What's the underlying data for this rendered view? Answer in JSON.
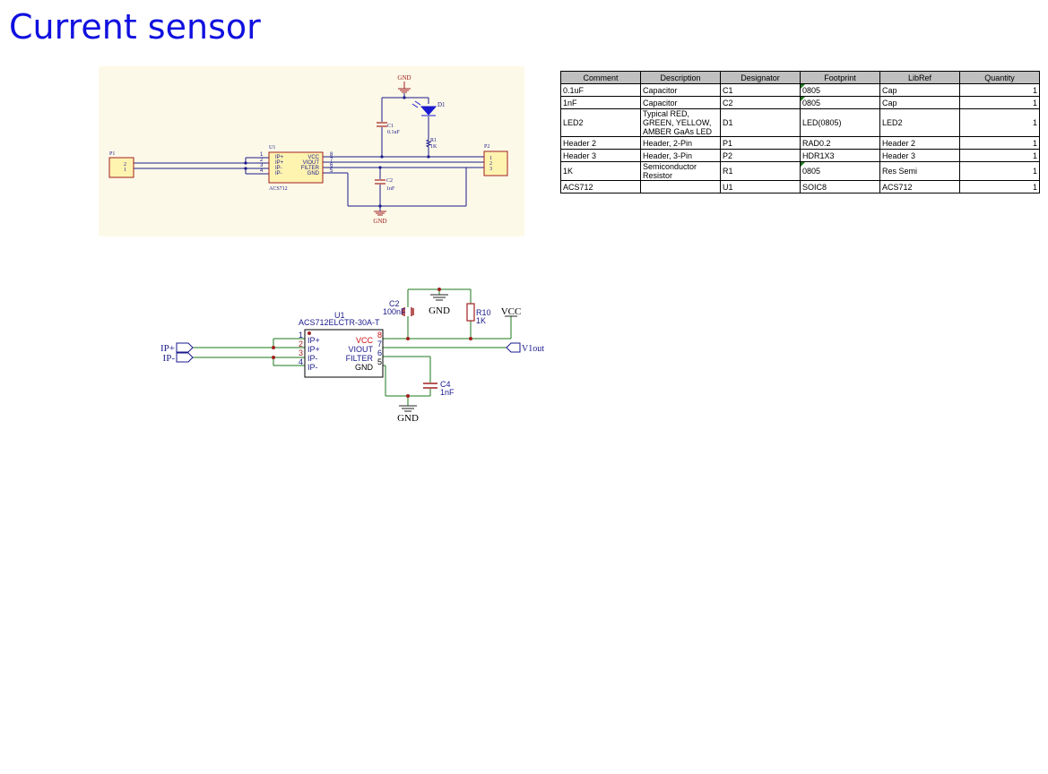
{
  "title": "Current sensor",
  "schematic_top": {
    "gnd_top": "GND",
    "gnd_bottom": "GND",
    "d1": "D1",
    "c1_ref": "C1",
    "c1_val": "0.1uF",
    "r1_ref": "R1",
    "r1_val": "1K",
    "c2_ref": "C2",
    "c2_val": "1nF",
    "u1_ref": "U1",
    "u1_part": "ACS712",
    "p1": "P1",
    "p2": "P2",
    "p1_pins": [
      "2",
      "1"
    ],
    "p2_pins": [
      "1",
      "2",
      "3"
    ],
    "u1_left_pins": [
      "1",
      "2",
      "3",
      "4"
    ],
    "u1_left_names": [
      "IP+",
      "IP+",
      "IP-",
      "IP-"
    ],
    "u1_right_names": [
      "VCC",
      "VIOUT",
      "FILTER",
      "GND"
    ],
    "u1_right_pins": [
      "8",
      "7",
      "6",
      "5"
    ]
  },
  "bom": {
    "headers": [
      "Comment",
      "Description",
      "Designator",
      "Footprint",
      "LibRef",
      "Quantity"
    ],
    "rows": [
      [
        "0.1uF",
        "Capacitor",
        "C1",
        "0805",
        "Cap",
        "1"
      ],
      [
        "1nF",
        "Capacitor",
        "C2",
        "0805",
        "Cap",
        "1"
      ],
      [
        "LED2",
        "Typical RED, GREEN, YELLOW, AMBER GaAs LED",
        "D1",
        "LED(0805)",
        "LED2",
        "1"
      ],
      [
        "Header 2",
        "Header, 2-Pin",
        "P1",
        "RAD0.2",
        "Header 2",
        "1"
      ],
      [
        "Header 3",
        "Header, 3-Pin",
        "P2",
        "HDR1X3",
        "Header 3",
        "1"
      ],
      [
        "1K",
        "Semiconductor Resistor",
        "R1",
        "0805",
        "Res Semi",
        "1"
      ],
      [
        "ACS712",
        "",
        "U1",
        "SOIC8",
        "ACS712",
        "1"
      ]
    ]
  },
  "schematic_bottom": {
    "c2_ref": "C2",
    "c2_val": "100nF",
    "gnd_top": "GND",
    "r10_ref": "R10",
    "r10_val": "1K",
    "vcc": "VCC",
    "u1_ref": "U1",
    "u1_part": "ACS712ELCTR-30A-T",
    "ip_plus": "IP+",
    "ip_minus": "IP-",
    "v1out": "V1out",
    "c4_ref": "C4",
    "c4_val": "1nF",
    "gnd_bottom": "GND",
    "u1_left_pins": [
      "1",
      "2",
      "3",
      "4"
    ],
    "u1_left_names": [
      "IP+",
      "IP+",
      "IP-",
      "IP-"
    ],
    "u1_right_names": [
      "VCC",
      "VIOUT",
      "FILTER",
      "GND"
    ],
    "u1_right_pins": [
      "8",
      "7",
      "6",
      "5"
    ]
  }
}
